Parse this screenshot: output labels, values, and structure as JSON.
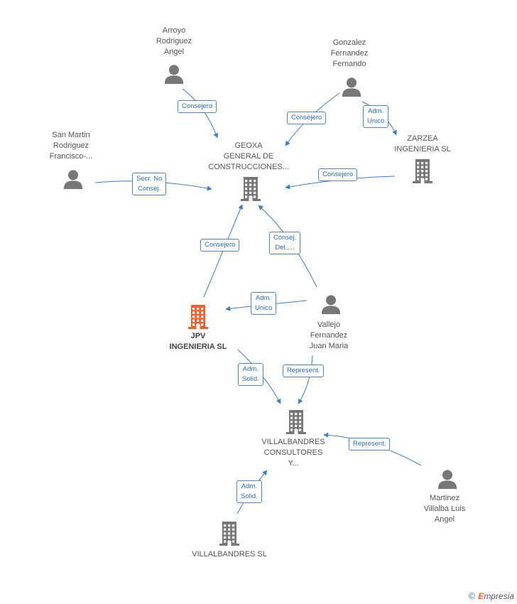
{
  "colors": {
    "edge": "#3a7ed0",
    "icon": "#777777",
    "highlight": "#f0602c",
    "label_border": "#4a86c5"
  },
  "nodes": {
    "arroyo": {
      "label": "Arroyo\nRodriguez\nAngel",
      "icon": "person-icon"
    },
    "gonzalez": {
      "label": "Gonzalez\nFernandez\nFernando",
      "icon": "person-icon"
    },
    "sanmartin": {
      "label": "San Martin\nRodriguez\nFrancisco-...",
      "icon": "person-icon"
    },
    "geoxa": {
      "label": "GEOXA\nGENERAL DE\nCONSTRUCCIONES...",
      "icon": "building-icon"
    },
    "zarzea": {
      "label": "ZARZEA\nINGENIERIA SL",
      "icon": "building-icon"
    },
    "jpv": {
      "label": "JPV\nINGENIERIA SL",
      "icon": "building-icon"
    },
    "vallejo": {
      "label": "Vallejo\nFernandez\nJuan Maria",
      "icon": "person-icon"
    },
    "villalbandres_consultores": {
      "label": "VILLALBANDRES\nCONSULTORES\nY...",
      "icon": "building-icon"
    },
    "martinez": {
      "label": "Martinez\nVillalba Luis\nAngel",
      "icon": "person-icon"
    },
    "villalbandres_sl": {
      "label": "VILLALBANDRES SL",
      "icon": "building-icon"
    }
  },
  "edges": [
    {
      "label": "Consejero"
    },
    {
      "label": "Consejero"
    },
    {
      "label": "Adm.\nUnico"
    },
    {
      "label": "Secr.  No\nConsej."
    },
    {
      "label": "Consejero"
    },
    {
      "label": "Consejero"
    },
    {
      "label": "Consej.\nDel.,..."
    },
    {
      "label": "Adm.\nUnico"
    },
    {
      "label": "Adm.\nSolid."
    },
    {
      "label": "Represent."
    },
    {
      "label": "Represent."
    },
    {
      "label": "Adm.\nSolid."
    }
  ],
  "footer": {
    "copyright": "©",
    "brand_initial": "E",
    "brand_rest": "mpresia"
  }
}
